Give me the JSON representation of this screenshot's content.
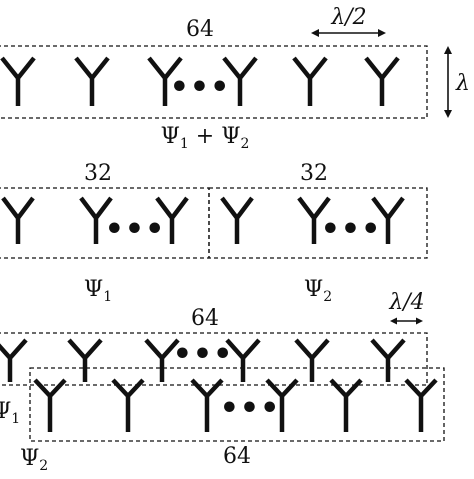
{
  "top": {
    "count_label": "64",
    "spacing_label": "λ/2",
    "side_label": "λ",
    "weight_label": {
      "main": "Ψ",
      "s1": "1",
      "plus": " + ",
      "s2": "2"
    }
  },
  "middle": {
    "left": {
      "count_label": "32",
      "weight_label": {
        "main": "Ψ",
        "sub": "1"
      }
    },
    "right": {
      "count_label": "32",
      "weight_label": {
        "main": "Ψ",
        "sub": "2"
      }
    }
  },
  "bottom": {
    "upper": {
      "count_label": "64",
      "spacing_label": "λ/4"
    },
    "lower": {
      "count_label": "64"
    },
    "left_label_1": {
      "main": "Ψ",
      "sub": "1"
    },
    "left_label_2": {
      "main": "Ψ",
      "sub": "2"
    }
  },
  "ellipsis": "•••"
}
